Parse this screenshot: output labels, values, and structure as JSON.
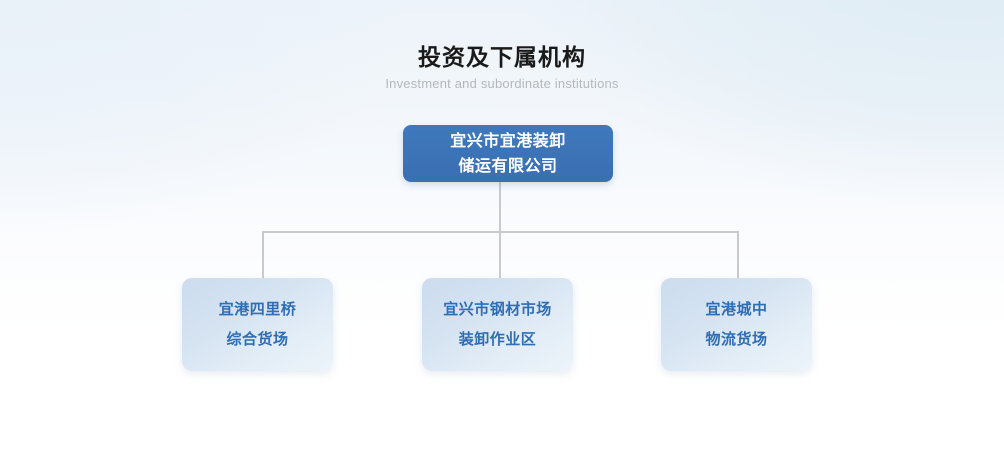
{
  "heading": {
    "title": "投资及下属机构",
    "subtitle": "Investment and subordinate institutions"
  },
  "colors": {
    "root_node_fill": "#3b72b5",
    "root_node_text": "#ffffff",
    "child_node_fill": "#d5e3f2",
    "child_node_text": "#2f6db5",
    "connector_line": "#c9cacc",
    "title_text": "#1a1a1a",
    "subtitle_text": "#b3b8bd",
    "background_top": "#edf3fa",
    "background_bottom": "#ffffff"
  },
  "org_chart": {
    "root": {
      "lines": [
        "宜兴市宜港装卸",
        "储运有限公司"
      ],
      "full_name": "宜兴市宜港装卸储运有限公司"
    },
    "children": [
      {
        "lines": [
          "宜港四里桥",
          "综合货场"
        ],
        "full_name": "宜港四里桥综合货场"
      },
      {
        "lines": [
          "宜兴市钢材市场",
          "装卸作业区"
        ],
        "full_name": "宜兴市钢材市场装卸作业区"
      },
      {
        "lines": [
          "宜港城中",
          "物流货场"
        ],
        "full_name": "宜港城中物流货场"
      }
    ]
  }
}
